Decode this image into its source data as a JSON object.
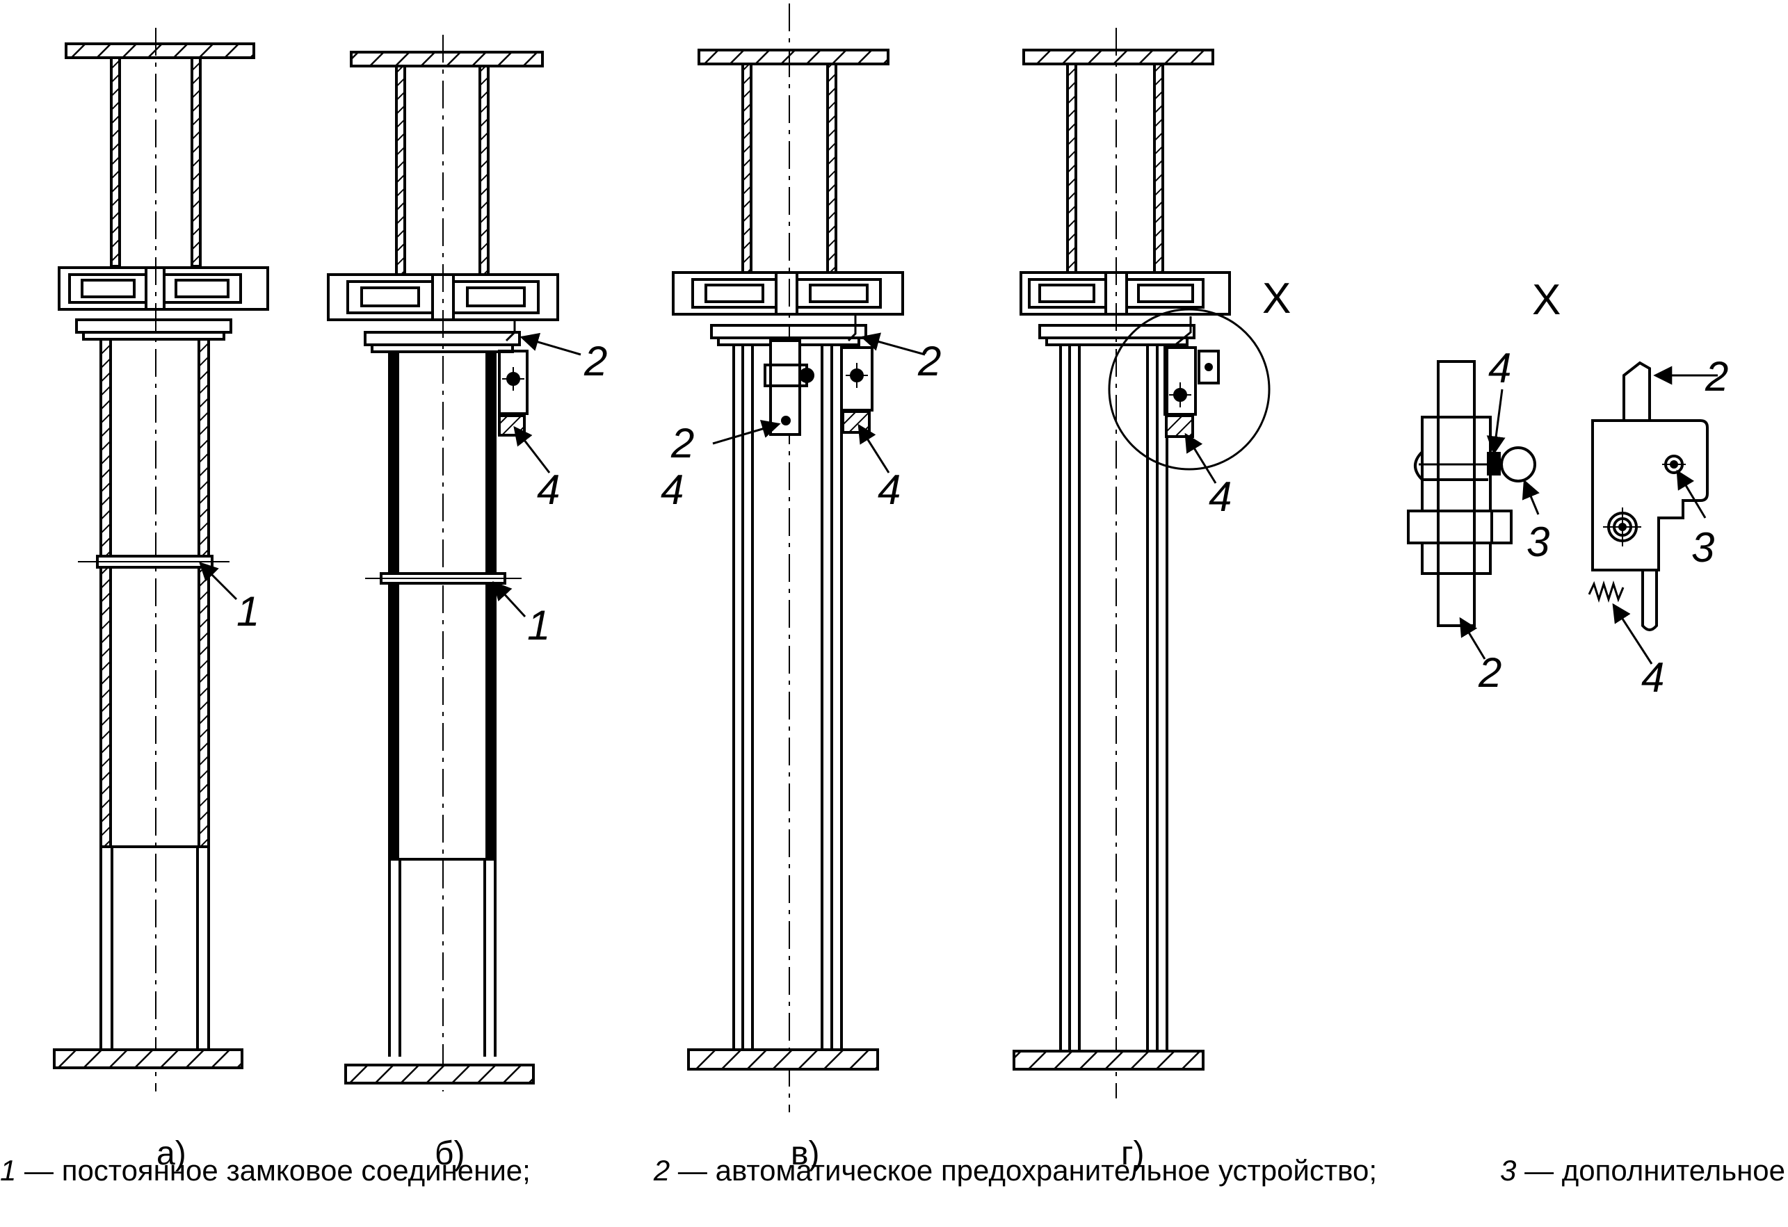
{
  "figure": {
    "labels": {
      "num1": "1",
      "num2": "2",
      "num3": "3",
      "num4": "4",
      "x": "X"
    },
    "captions": [
      "а)",
      "б)",
      "в)",
      "г)"
    ],
    "legend": [
      {
        "num": "1",
        "text": "— постоянное замковое соединение;"
      },
      {
        "num": "2",
        "text": "— автоматическое предохранительное устройство;"
      },
      {
        "num": "3",
        "text": "— дополнительное"
      }
    ]
  }
}
